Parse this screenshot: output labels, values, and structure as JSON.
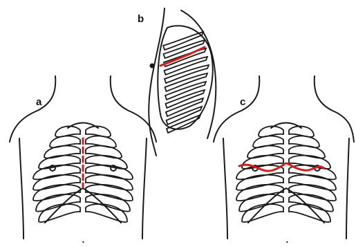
{
  "panels": [
    {
      "id": "a",
      "label": "a"
    },
    {
      "id": "b",
      "label": "b"
    },
    {
      "id": "c",
      "label": "c"
    }
  ],
  "colors": {
    "outline": "#1a1a1a",
    "incision": "#d91b1b",
    "background": "#ffffff"
  }
}
